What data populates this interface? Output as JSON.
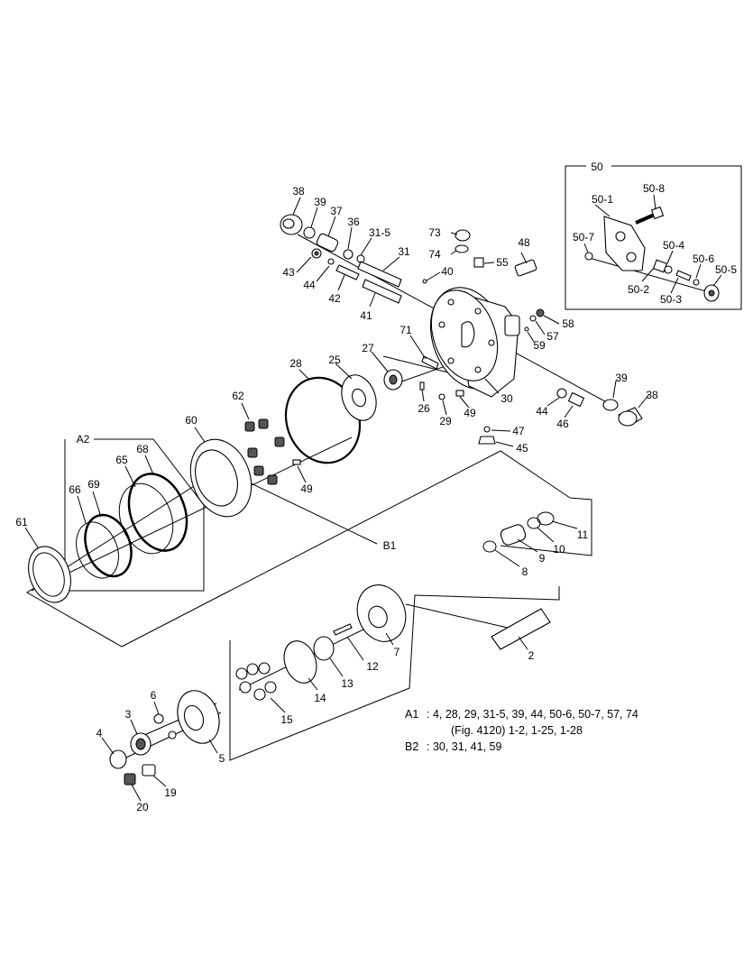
{
  "labels": {
    "p50": "50",
    "p50_1": "50-1",
    "p50_8": "50-8",
    "p50_7": "50-7",
    "p50_4": "50-4",
    "p50_6": "50-6",
    "p50_5": "50-5",
    "p50_2": "50-2",
    "p50_3": "50-3",
    "p38a": "38",
    "p39a": "39",
    "p37": "37",
    "p36": "36",
    "p31_5": "31-5",
    "p31": "31",
    "p43": "43",
    "p44a": "44",
    "p42": "42",
    "p41": "41",
    "p40": "40",
    "p73": "73",
    "p74": "74",
    "p55": "55",
    "p48": "48",
    "p58": "58",
    "p57": "57",
    "p59": "59",
    "p71": "71",
    "p27": "27",
    "p28": "28",
    "p25": "25",
    "p26": "26",
    "p29": "29",
    "p49a": "49",
    "p30": "30",
    "p47": "47",
    "p45": "45",
    "p39b": "39",
    "p38b": "38",
    "p44b": "44",
    "p46": "46",
    "p62": "62",
    "p60": "60",
    "p49b": "49",
    "pA2": "A2",
    "p68": "68",
    "p65": "65",
    "p69": "69",
    "p66": "66",
    "p61": "61",
    "pB1": "B1",
    "p11": "11",
    "p10": "10",
    "p9": "9",
    "p8": "8",
    "p7": "7",
    "p2": "2",
    "p12": "12",
    "p13": "13",
    "p14": "14",
    "p15": "15",
    "p6": "6",
    "p3": "3",
    "p4": "4",
    "p5": "5",
    "p19": "19",
    "p20": "20"
  },
  "notes": {
    "a1_key": "A1",
    "a1_line1": ": 4, 28, 29, 31-5, 39, 44, 50-6, 50-7, 57, 74",
    "a1_line2": "(Fig. 4120) 1-2, 1-25, 1-28",
    "b2_key": "B2",
    "b2_line1": ": 30, 31, 41, 59"
  }
}
